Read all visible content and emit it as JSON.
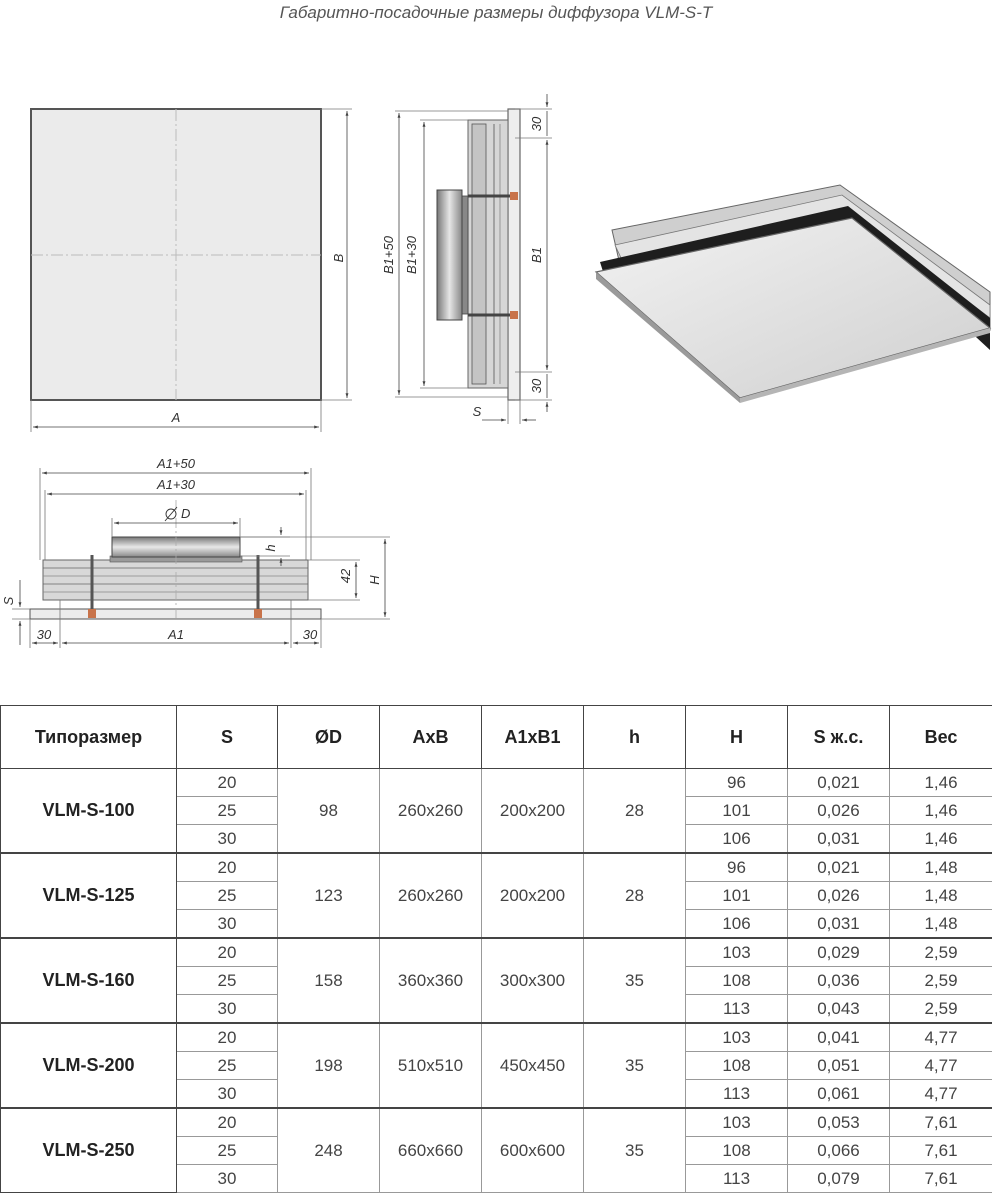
{
  "title": "Габаритно-посадочные размеры диффузора VLM-S-T",
  "dims": {
    "A": "A",
    "B": "B",
    "B1": "B1",
    "B1p30": "B1+30",
    "B1p50": "B1+50",
    "S": "S",
    "d30": "30",
    "A1": "A1",
    "A1p30": "A1+30",
    "A1p50": "A1+50",
    "D": "D",
    "h": "h",
    "H": "H",
    "d42": "42"
  },
  "table": {
    "headers": [
      "Типоразмер",
      "S",
      "ØD",
      "AxB",
      "A1xB1",
      "h",
      "H",
      "S ж.с.",
      "Вес"
    ],
    "groups": [
      {
        "model": "VLM-S-100",
        "D": "98",
        "AxB": "260x260",
        "A1xB1": "200x200",
        "h": "28",
        "rows": [
          [
            "20",
            "96",
            "0,021",
            "1,46"
          ],
          [
            "25",
            "101",
            "0,026",
            "1,46"
          ],
          [
            "30",
            "106",
            "0,031",
            "1,46"
          ]
        ]
      },
      {
        "model": "VLM-S-125",
        "D": "123",
        "AxB": "260x260",
        "A1xB1": "200x200",
        "h": "28",
        "rows": [
          [
            "20",
            "96",
            "0,021",
            "1,48"
          ],
          [
            "25",
            "101",
            "0,026",
            "1,48"
          ],
          [
            "30",
            "106",
            "0,031",
            "1,48"
          ]
        ]
      },
      {
        "model": "VLM-S-160",
        "D": "158",
        "AxB": "360x360",
        "A1xB1": "300x300",
        "h": "35",
        "rows": [
          [
            "20",
            "103",
            "0,029",
            "2,59"
          ],
          [
            "25",
            "108",
            "0,036",
            "2,59"
          ],
          [
            "30",
            "113",
            "0,043",
            "2,59"
          ]
        ]
      },
      {
        "model": "VLM-S-200",
        "D": "198",
        "AxB": "510x510",
        "A1xB1": "450x450",
        "h": "35",
        "rows": [
          [
            "20",
            "103",
            "0,041",
            "4,77"
          ],
          [
            "25",
            "108",
            "0,051",
            "4,77"
          ],
          [
            "30",
            "113",
            "0,061",
            "4,77"
          ]
        ]
      },
      {
        "model": "VLM-S-250",
        "D": "248",
        "AxB": "660x660",
        "A1xB1": "600x600",
        "h": "35",
        "rows": [
          [
            "20",
            "103",
            "0,053",
            "7,61"
          ],
          [
            "25",
            "108",
            "0,066",
            "7,61"
          ],
          [
            "30",
            "113",
            "0,079",
            "7,61"
          ]
        ]
      }
    ]
  }
}
